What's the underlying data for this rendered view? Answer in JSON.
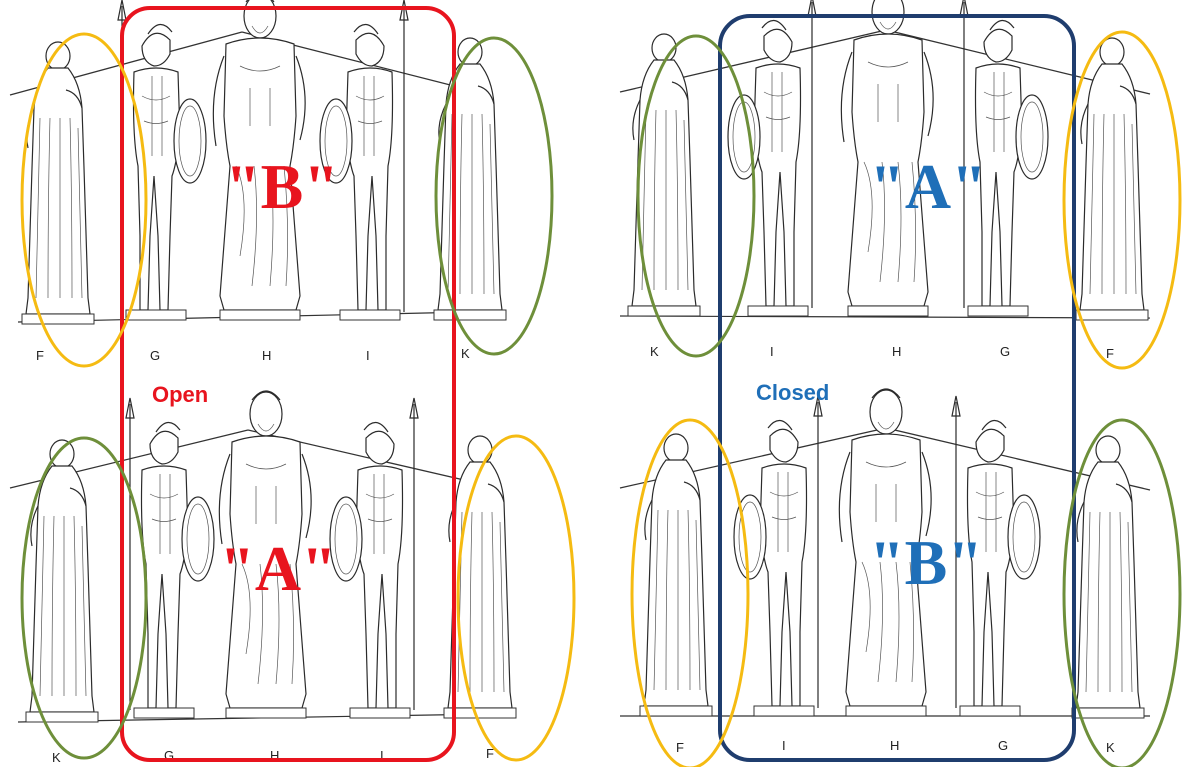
{
  "colors": {
    "open": "#e8141e",
    "closed": "#1f3d6e",
    "closed_text": "#1f6fb8",
    "yellow": "#f5bb12",
    "green": "#6e8f3a"
  },
  "panels": {
    "top_left": {
      "letters": [
        "F",
        "G",
        "H",
        "I",
        "K"
      ],
      "big": "\"B\""
    },
    "bottom_left": {
      "letters": [
        "K",
        "G",
        "H",
        "I",
        "F"
      ],
      "big": "\"A\""
    },
    "top_right": {
      "letters": [
        "K",
        "I",
        "H",
        "G",
        "F"
      ],
      "big": "\"A\""
    },
    "bottom_right": {
      "letters": [
        "F",
        "I",
        "H",
        "G",
        "K"
      ],
      "big": "\"B\""
    }
  },
  "labels": {
    "open": "Open",
    "closed": "Closed"
  }
}
